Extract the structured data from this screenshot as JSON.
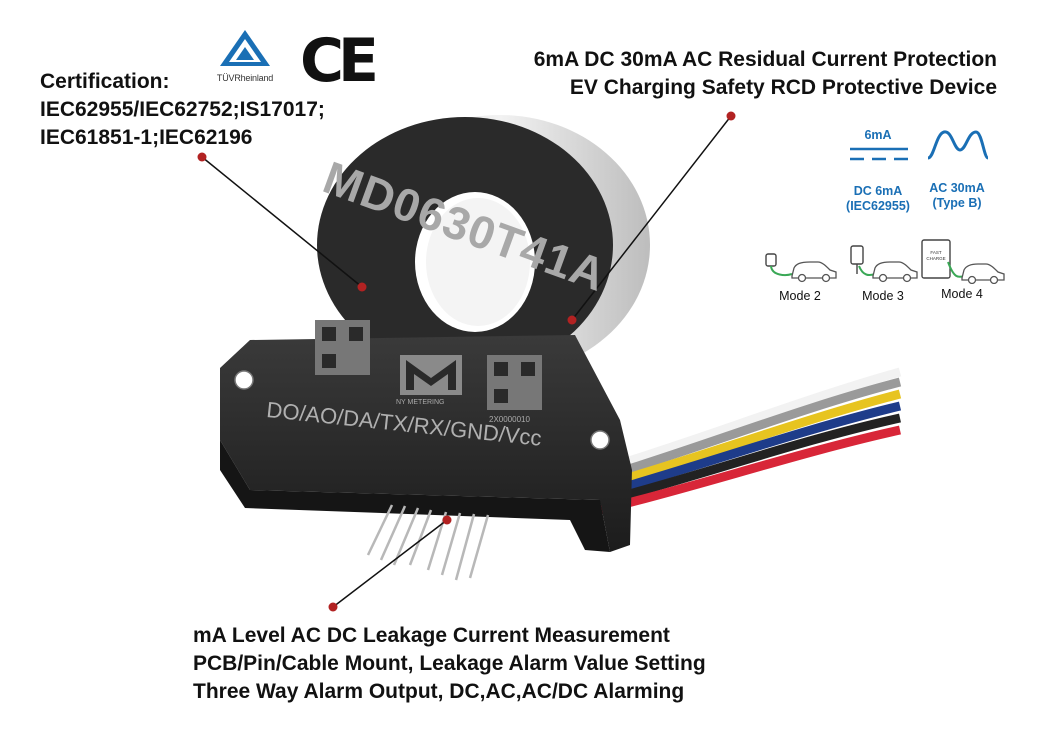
{
  "certification": {
    "label": "Certification:",
    "line1": "IEC62955/IEC62752;IS17017;",
    "line2": "IEC61851-1;IEC62196",
    "tuv_text": "TÜVRheinland",
    "ce_mark": "CE"
  },
  "title": {
    "line1": "6mA DC 30mA AC Residual Current Protection",
    "line2": "EV Charging Safety RCD Protective Device"
  },
  "legend": {
    "dc_value": "6mA",
    "dc_label1": "DC 6mA",
    "dc_label2": "(IEC62955)",
    "ac_label1": "AC 30mA",
    "ac_label2": "(Type B)",
    "accent_color": "#1a6fb5"
  },
  "modes": [
    {
      "label": "Mode 2"
    },
    {
      "label": "Mode 3"
    },
    {
      "label": "Mode 4",
      "station_text": "FAST CHARGE"
    }
  ],
  "device": {
    "model": "MD0630T41A",
    "pins": "DO/AO/DA/TX/RX/GND/Vcc",
    "brand": "NY METERING",
    "serial": "2X0000010"
  },
  "features": {
    "line1": "mA Level AC DC Leakage Current Measurement",
    "line2": "PCB/Pin/Cable Mount,  Leakage Alarm Value Setting",
    "line3": "Three Way Alarm Output, DC,AC,AC/DC Alarming"
  }
}
